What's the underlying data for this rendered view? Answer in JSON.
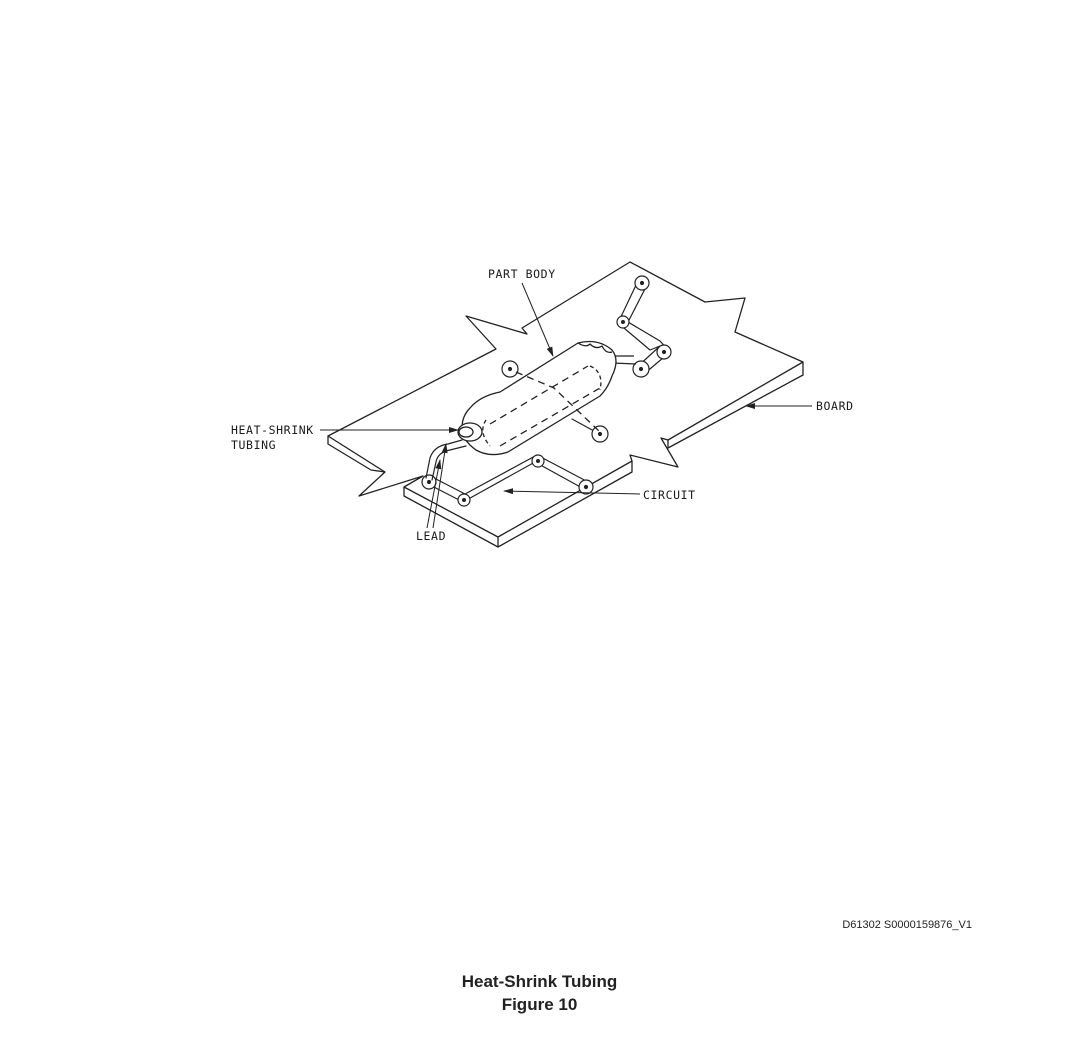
{
  "figure": {
    "callouts": {
      "part_body": "PART BODY",
      "heat_shrink_line1": "HEAT-SHRINK",
      "heat_shrink_line2": "TUBING",
      "board": "BOARD",
      "circuit": "CIRCUIT",
      "lead": "LEAD"
    },
    "doc_id": "D61302 S0000159876_V1",
    "caption_title": "Heat-Shrink Tubing",
    "caption_number": "Figure 10"
  }
}
